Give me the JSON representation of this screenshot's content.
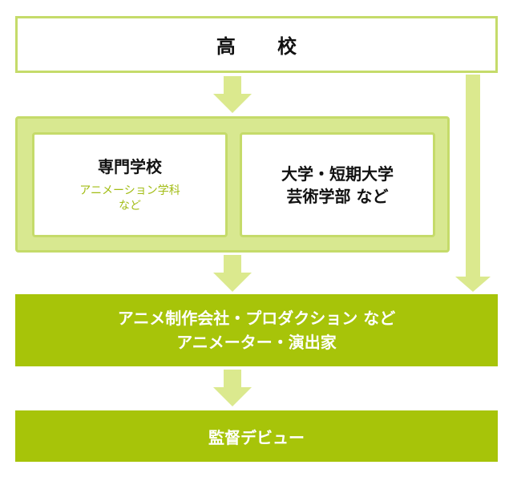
{
  "high_school": {
    "label": "高 校"
  },
  "vocational_school": {
    "title": "専門学校",
    "sub_lines": [
      "アニメーション学科",
      "など"
    ]
  },
  "university": {
    "title_lines": [
      "大学・短期大学",
      "芸術学部 など"
    ]
  },
  "company": {
    "lines": [
      "アニメ制作会社・プロダクション など",
      "アニメーター・演出家"
    ]
  },
  "debut": {
    "label": "監督デビュー"
  },
  "colors": {
    "accent_dark": "#a7c409",
    "accent_light": "#d8e890",
    "arrow": "#dbe98e",
    "sub_text": "#a2bc14"
  }
}
